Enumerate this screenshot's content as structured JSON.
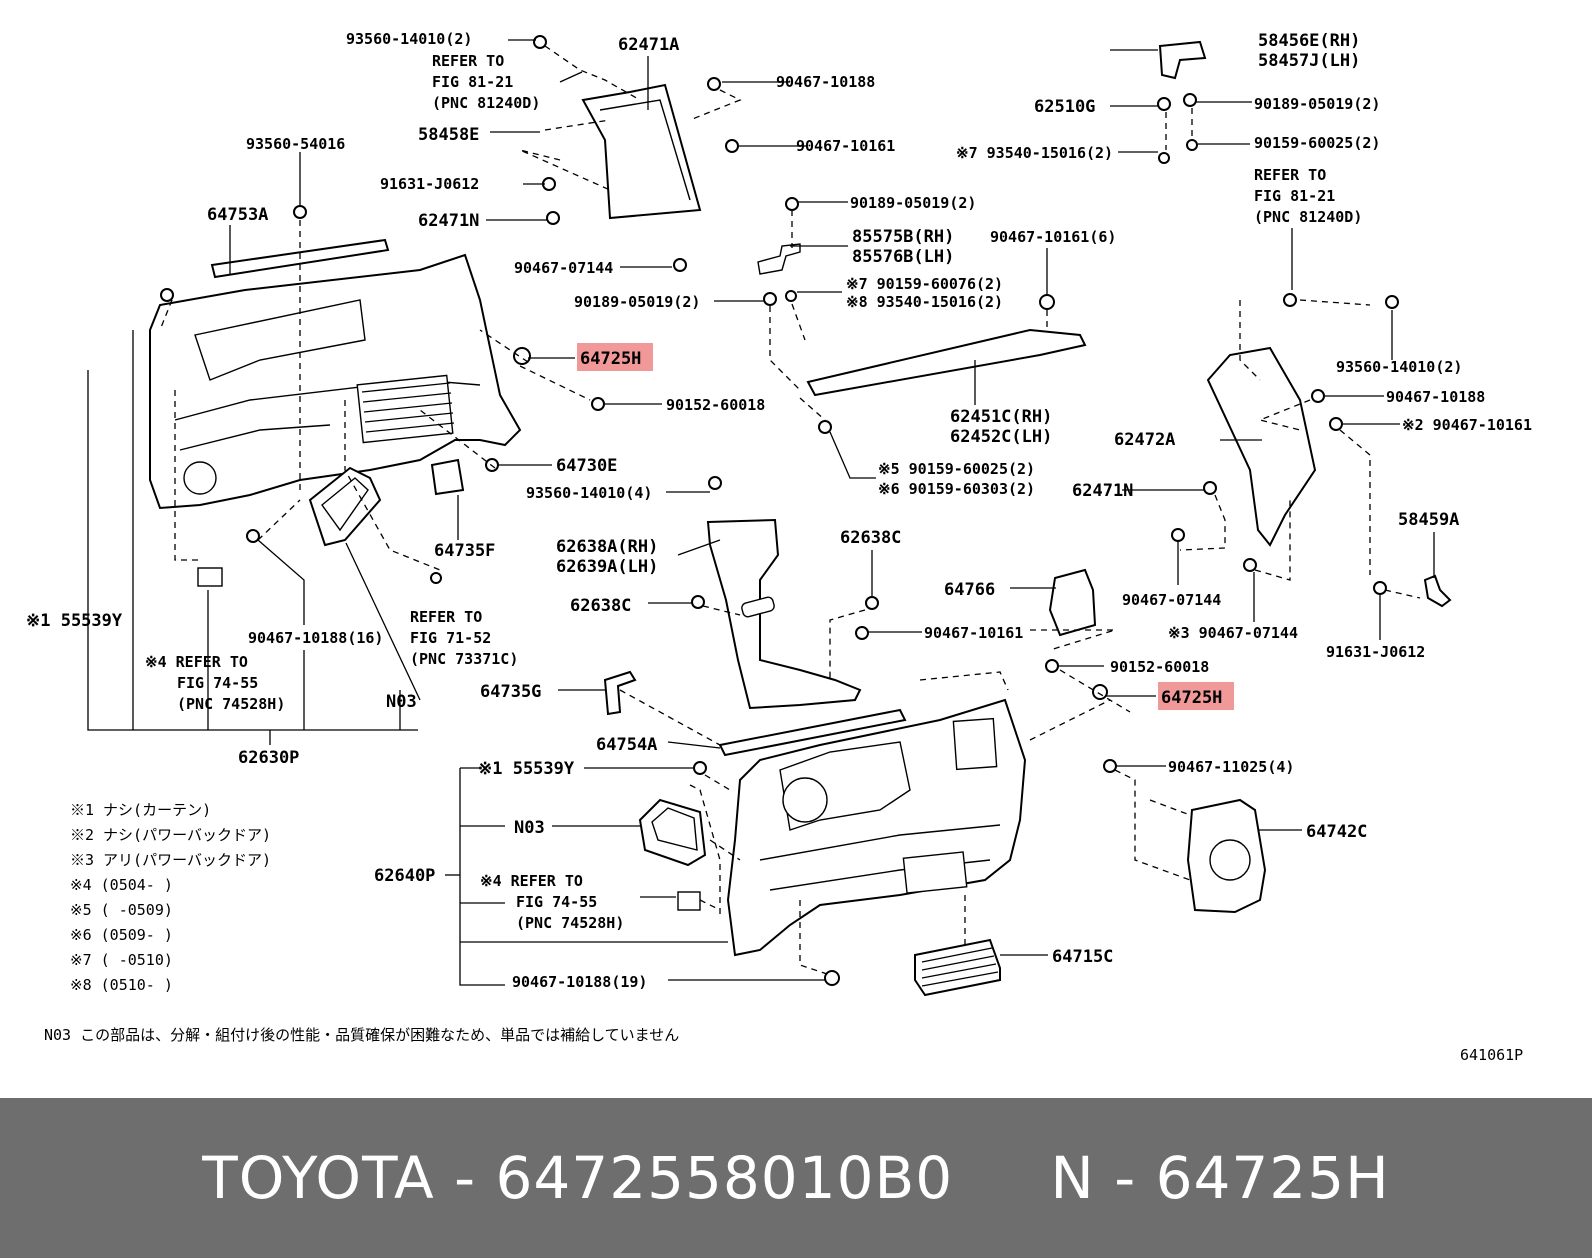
{
  "diagram": {
    "labels": {
      "l1": "93560-14010(2)",
      "l2": "REFER TO",
      "l3": "FIG 81-21",
      "l4": "(PNC 81240D)",
      "l5": "62471A",
      "l6": "90467-10188",
      "l7": "58458E",
      "l8": "90467-10161",
      "l9": "93560-54016",
      "l10": "91631-J0612",
      "l11": "64753A",
      "l12": "62471N",
      "l13": "90467-07144",
      "l14": "64725H",
      "l15": "90152-60018",
      "l16": "64730E",
      "l17": "93560-14010(4)",
      "l18": "64735F",
      "l19": "※1 55539Y",
      "l20": "90467-10188(16)",
      "l21": "REFER TO",
      "l22": "FIG 71-52",
      "l23": "(PNC 73371C)",
      "l24": "※4 REFER TO",
      "l25": "FIG 74-55",
      "l26": "(PNC 74528H)",
      "l27": "N03",
      "l28": "62630P",
      "l29": "58456E(RH)",
      "l30": "58457J(LH)",
      "l31": "62510G",
      "l32": "90189-05019(2)",
      "l33": "90159-60025(2)",
      "l34": "※7 93540-15016(2)",
      "l35": "REFER TO",
      "l36": "FIG 81-21",
      "l37": "(PNC 81240D)",
      "l38": "90189-05019(2)",
      "l39": "85575B(RH)",
      "l40": "85576B(LH)",
      "l41": "90467-10161(6)",
      "l42": "※7 90159-60076(2)",
      "l43": "90189-05019(2)",
      "l44": "※8 93540-15016(2)",
      "l45": "93560-14010(2)",
      "l46": "62451C(RH)",
      "l47": "62452C(LH)",
      "l48": "90467-10188",
      "l49": "62472A",
      "l50": "※2 90467-10161",
      "l51": "※5 90159-60025(2)",
      "l52": "※6 90159-60303(2)",
      "l53": "62471N",
      "l54": "58459A",
      "l55": "62638A(RH)",
      "l56": "62639A(LH)",
      "l57": "62638C",
      "l58": "62638C",
      "l59": "64766",
      "l60": "90467-07144",
      "l61": "90467-10161",
      "l62": "※3 90467-07144",
      "l63": "91631-J0612",
      "l64": "90152-60018",
      "l65": "64735G",
      "l66": "64725H",
      "l67": "64754A",
      "l68": "※1 55539Y",
      "l69": "90467-11025(4)",
      "l70": "N03",
      "l71": "64742C",
      "l72": "62640P",
      "l73": "※4 REFER TO",
      "l74": "FIG 74-55",
      "l75": "(PNC 74528H)",
      "l76": "64715C",
      "l77": "90467-10188(19)"
    },
    "legend": [
      "※1  ナシ(カーテン)",
      "※2  ナシ(パワーバックドア)",
      "※3  アリ(パワーバックドア)",
      "※4  (0504-      )",
      "※5  (      -0509)",
      "※6  (0509-      )",
      "※7  (      -0510)",
      "※8  (0510-      )"
    ],
    "footnote": "N03 この部品は、分解・組付け後の性能・品質確保が困難なため、単品では補給していません",
    "figure_code": "641061P",
    "highlight_color": "#f19898"
  },
  "footer": {
    "brand": "TOYOTA",
    "part_number": "6472558010B0",
    "pnc": "N - 64725H"
  }
}
